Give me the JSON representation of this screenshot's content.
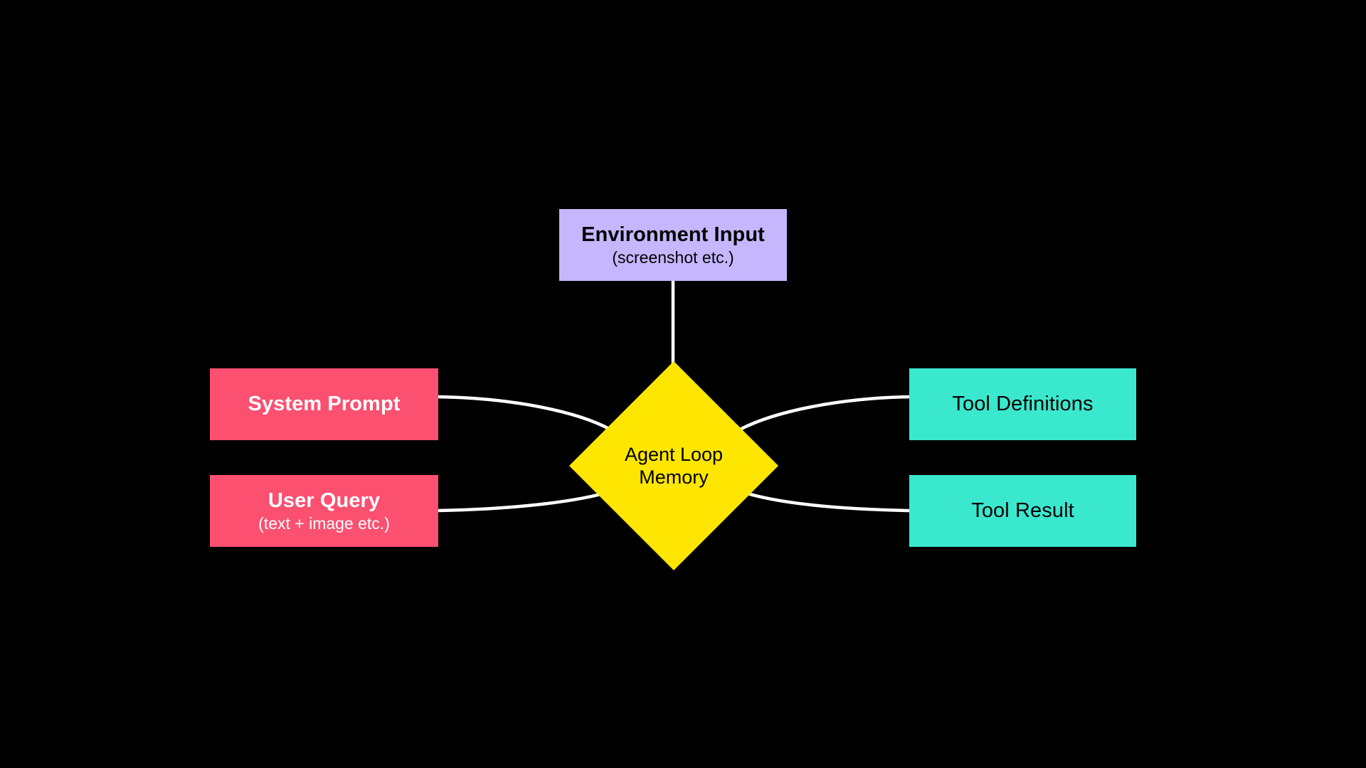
{
  "diagram": {
    "title": "Agent Loop Memory",
    "background_color": "#000000",
    "edge_color": "#ffffff",
    "nodes": {
      "environment_input": {
        "label": "Environment Input",
        "subtitle": "(screenshot etc.)",
        "fill": "#c5b6fe",
        "text_color": "#000000",
        "shape": "rectangle"
      },
      "system_prompt": {
        "label": "System Prompt",
        "subtitle": "",
        "fill": "#fb5070",
        "text_color": "#ffffff",
        "shape": "rectangle"
      },
      "user_query": {
        "label": "User Query",
        "subtitle": "(text + image etc.)",
        "fill": "#fb5070",
        "text_color": "#ffffff",
        "shape": "rectangle"
      },
      "agent_loop_memory": {
        "label_line1": "Agent Loop",
        "label_line2": "Memory",
        "fill": "#ffe600",
        "text_color": "#000000",
        "shape": "diamond"
      },
      "tool_definitions": {
        "label": "Tool Definitions",
        "subtitle": "",
        "fill": "#3ae8ce",
        "text_color": "#000000",
        "shape": "rectangle"
      },
      "tool_result": {
        "label": "Tool Result",
        "subtitle": "",
        "fill": "#3ae8ce",
        "text_color": "#000000",
        "shape": "rectangle"
      }
    },
    "edges": [
      {
        "from": "environment_input",
        "to": "agent_loop_memory",
        "style": "straight"
      },
      {
        "from": "system_prompt",
        "to": "agent_loop_memory",
        "style": "curved"
      },
      {
        "from": "user_query",
        "to": "agent_loop_memory",
        "style": "curved"
      },
      {
        "from": "agent_loop_memory",
        "to": "tool_definitions",
        "style": "curved"
      },
      {
        "from": "agent_loop_memory",
        "to": "tool_result",
        "style": "curved"
      }
    ]
  }
}
